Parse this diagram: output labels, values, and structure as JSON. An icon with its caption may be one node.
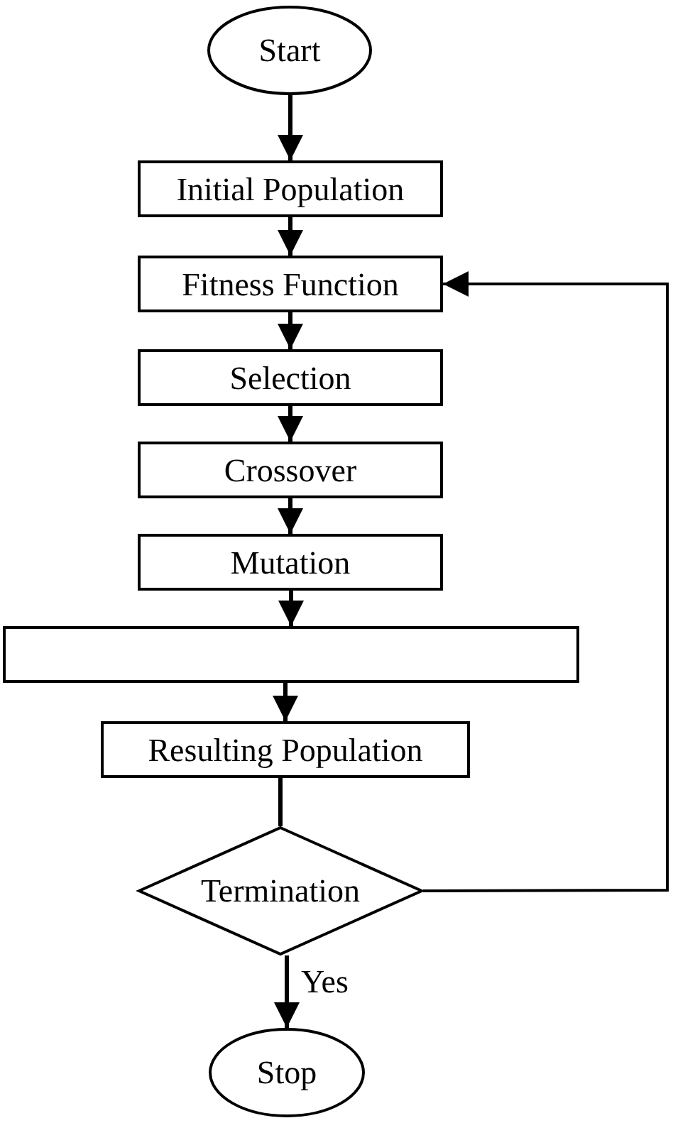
{
  "diagram": {
    "nodes": [
      {
        "text": [
          "Start"
        ]
      },
      {
        "text": [
          "Initial Population"
        ]
      },
      {
        "text": [
          "Fitness Function"
        ]
      },
      {
        "text": [
          "Selection"
        ]
      },
      {
        "text": [
          "Crossover"
        ]
      },
      {
        "text": [
          "Mutation"
        ]
      },
      {
        "text": [],
        "shape": "box"
      },
      {
        "text": [
          "Resulting Population"
        ]
      },
      {
        "text": [
          "Termination"
        ]
      },
      {
        "text": [
          "Stop"
        ]
      }
    ],
    "edges": [
      {
        "from": 0,
        "to": 1,
        "arrow": "to"
      },
      {
        "from": 1,
        "to": 2,
        "arrow": "to"
      },
      {
        "from": 2,
        "to": 3,
        "arrow": "to"
      },
      {
        "from": 3,
        "to": 4,
        "arrow": "to"
      },
      {
        "from": 4,
        "to": 5,
        "arrow": "to"
      },
      {
        "from": 5,
        "to": 6,
        "arrow": "to"
      },
      {
        "from": 6,
        "to": 7,
        "arrow": "to"
      },
      {
        "from": 7,
        "to": 8,
        "arrow": "none"
      },
      {
        "from": 8,
        "to": 9,
        "arrow": "to",
        "label": "Yes"
      },
      {
        "from": 8,
        "to": 2,
        "arrow": "to"
      }
    ]
  }
}
